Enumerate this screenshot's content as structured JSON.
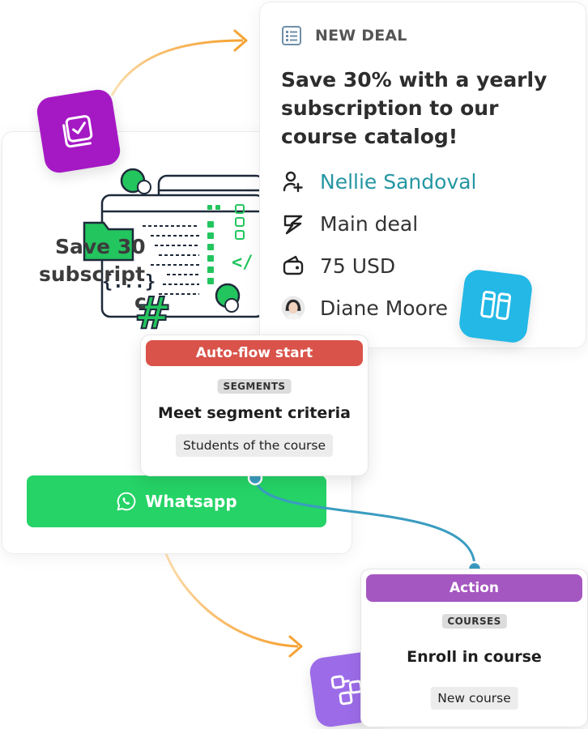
{
  "deal": {
    "header": "NEW DEAL",
    "title": "Save 30% with a yearly subscription to our course catalog!",
    "contact": "Nellie Sandoval",
    "pipeline": "Main deal",
    "amount": "75 USD",
    "owner": "Diane Moore",
    "icons": [
      "list-icon",
      "person-plus-icon",
      "lightning-icon",
      "wallet-icon",
      "avatar"
    ]
  },
  "back_card": {
    "title_line1": "Save 30",
    "title_line2": "subscript",
    "title_line3": "c",
    "button_label": "Whatsapp"
  },
  "autoflow": {
    "header": "Auto-flow start",
    "tag": "SEGMENTS",
    "title": "Meet segment criteria",
    "chip": "Students of the course"
  },
  "action": {
    "header": "Action",
    "tag": "COURSES",
    "title": "Enroll in course",
    "chip": "New course"
  },
  "colors": {
    "autoflow_red": "#d9534a",
    "action_purple": "#a557c1",
    "whatsapp_green": "#25d366",
    "connector_teal": "#3a9cc0",
    "arrow_orange": "#f5a233",
    "tile_magenta": "#a519c4",
    "tile_cyan": "#23b8e6",
    "tile_lavender": "#9c6ce8"
  }
}
